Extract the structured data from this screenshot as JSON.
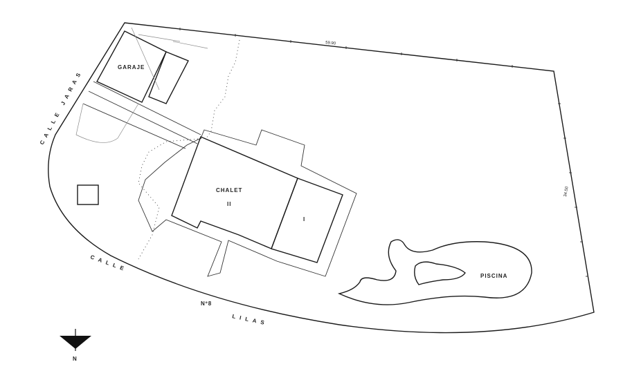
{
  "labels": {
    "garage": "GARAJE",
    "chalet": "CHALET",
    "chalet_num": "II",
    "annex_num": "I",
    "pool": "PISCINA",
    "street_jaras": "CALLE  JARAS",
    "street_calle": "CALLE",
    "street_lilas": "LILAS",
    "house_number": "Nº8",
    "north": "N"
  },
  "dimensions": {
    "north_boundary": "59.90",
    "east_boundary": "34.50"
  },
  "colors": {
    "ink": "#1a1a1a",
    "pencil": "#8a8a8a",
    "paper": "#ffffff"
  }
}
